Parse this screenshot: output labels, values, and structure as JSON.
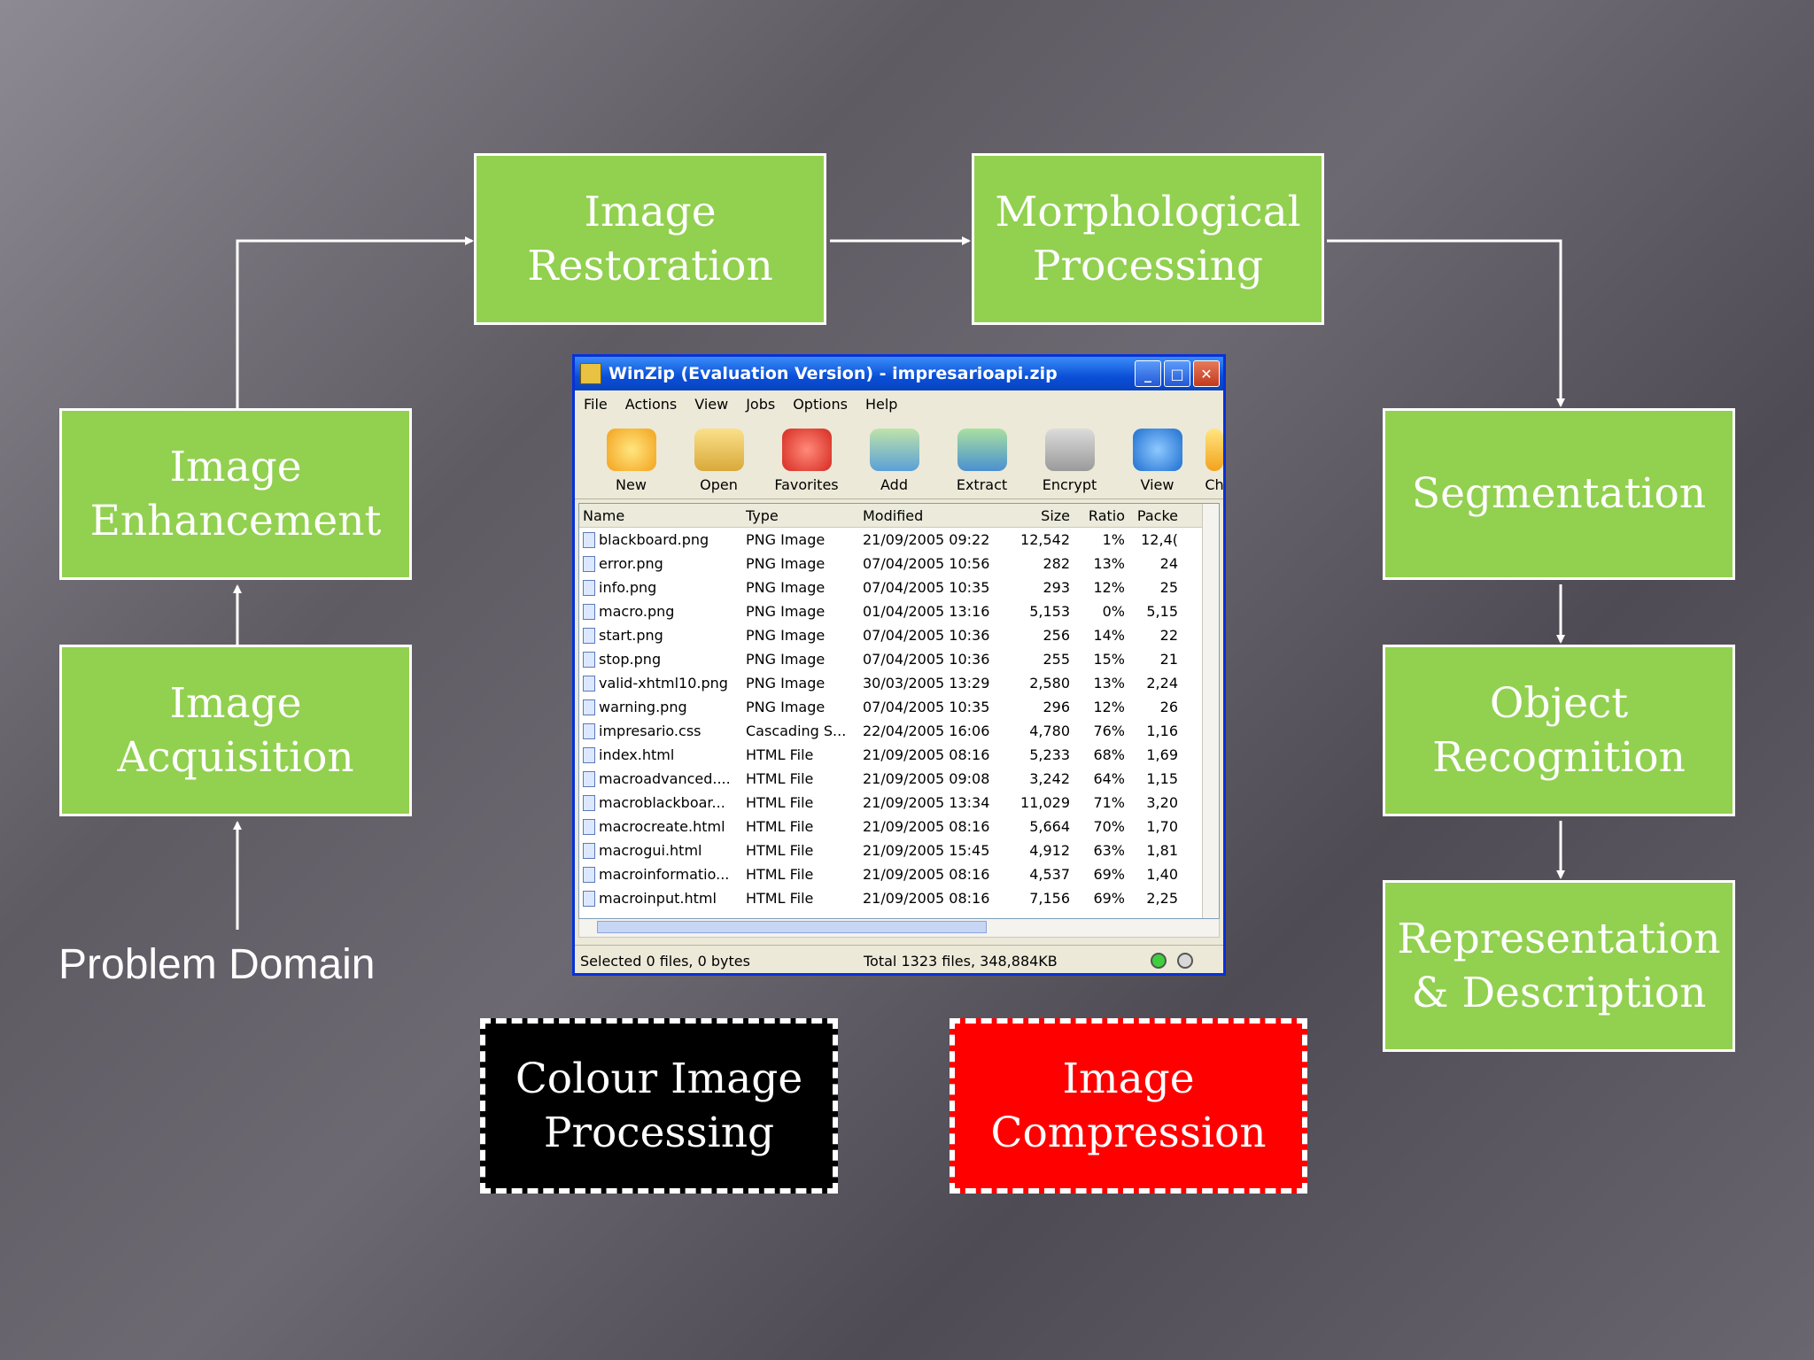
{
  "diagram": {
    "boxes": {
      "image_restoration": "Image\nRestoration",
      "morphological_processing": "Morphological\nProcessing",
      "image_enhancement": "Image\nEnhancement",
      "image_acquisition": "Image\nAcquisition",
      "segmentation": "Segmentation",
      "object_recognition": "Object\nRecognition",
      "representation_description": "Representation\n& Description",
      "colour_image_processing": "Colour Image\nProcessing",
      "image_compression": "Image\nCompression"
    },
    "problem_domain": "Problem Domain",
    "colors": {
      "green_box": "#92d050",
      "colour_box_fill": "#000000",
      "compression_box_fill": "#ff0000",
      "arrow": "#ffffff"
    }
  },
  "winzip": {
    "title": "WinZip (Evaluation Version) - impresarioapi.zip",
    "menu": [
      "File",
      "Actions",
      "View",
      "Jobs",
      "Options",
      "Help"
    ],
    "toolbar": [
      {
        "label": "New",
        "icon": "new-archive-icon"
      },
      {
        "label": "Open",
        "icon": "open-folder-icon"
      },
      {
        "label": "Favorites",
        "icon": "favorites-heart-icon"
      },
      {
        "label": "Add",
        "icon": "add-icon"
      },
      {
        "label": "Extract",
        "icon": "extract-icon"
      },
      {
        "label": "Encrypt",
        "icon": "encrypt-lock-icon"
      },
      {
        "label": "View",
        "icon": "view-glasses-icon"
      },
      {
        "label": "Ch",
        "icon": "checkout-icon"
      }
    ],
    "columns": [
      "Name",
      "Type",
      "Modified",
      "Size",
      "Ratio",
      "Packe"
    ],
    "rows": [
      [
        "blackboard.png",
        "PNG Image",
        "21/09/2005 09:22",
        "12,542",
        "1%",
        "12,4("
      ],
      [
        "error.png",
        "PNG Image",
        "07/04/2005 10:56",
        "282",
        "13%",
        "24"
      ],
      [
        "info.png",
        "PNG Image",
        "07/04/2005 10:35",
        "293",
        "12%",
        "25"
      ],
      [
        "macro.png",
        "PNG Image",
        "01/04/2005 13:16",
        "5,153",
        "0%",
        "5,15"
      ],
      [
        "start.png",
        "PNG Image",
        "07/04/2005 10:36",
        "256",
        "14%",
        "22"
      ],
      [
        "stop.png",
        "PNG Image",
        "07/04/2005 10:36",
        "255",
        "15%",
        "21"
      ],
      [
        "valid-xhtml10.png",
        "PNG Image",
        "30/03/2005 13:29",
        "2,580",
        "13%",
        "2,24"
      ],
      [
        "warning.png",
        "PNG Image",
        "07/04/2005 10:35",
        "296",
        "12%",
        "26"
      ],
      [
        "impresario.css",
        "Cascading S...",
        "22/04/2005 16:06",
        "4,780",
        "76%",
        "1,16"
      ],
      [
        "index.html",
        "HTML File",
        "21/09/2005 08:16",
        "5,233",
        "68%",
        "1,69"
      ],
      [
        "macroadvanced....",
        "HTML File",
        "21/09/2005 09:08",
        "3,242",
        "64%",
        "1,15"
      ],
      [
        "macroblackboar...",
        "HTML File",
        "21/09/2005 13:34",
        "11,029",
        "71%",
        "3,20"
      ],
      [
        "macrocreate.html",
        "HTML File",
        "21/09/2005 08:16",
        "5,664",
        "70%",
        "1,70"
      ],
      [
        "macrogui.html",
        "HTML File",
        "21/09/2005 15:45",
        "4,912",
        "63%",
        "1,81"
      ],
      [
        "macroinformatio...",
        "HTML File",
        "21/09/2005 08:16",
        "4,537",
        "69%",
        "1,40"
      ],
      [
        "macroinput.html",
        "HTML File",
        "21/09/2005 08:16",
        "7,156",
        "69%",
        "2,25"
      ]
    ],
    "status_left": "Selected 0 files, 0 bytes",
    "status_right": "Total 1323 files, 348,884KB"
  }
}
